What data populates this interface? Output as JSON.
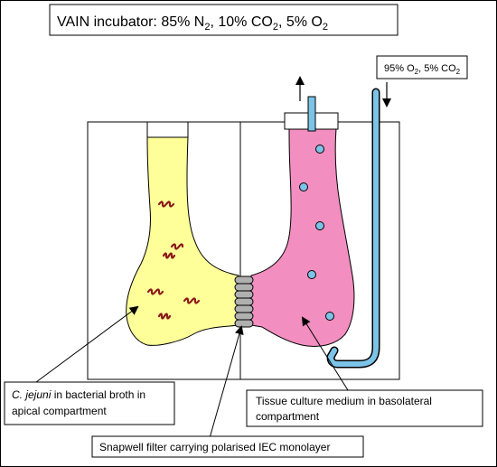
{
  "incubator": {
    "text": "VAIN incubator: 85% N",
    "n2_sub": "2",
    "mid1": ", 10% CO",
    "co2_sub": "2",
    "mid2": ", 5% O",
    "o2_sub": "2"
  },
  "gas_input": {
    "o2_text": "95% O",
    "o2_sub": "2",
    "co2_text": ", 5% CO",
    "co2_sub": "2"
  },
  "apical_label": {
    "italic": "C. jejuni",
    "line1_rest": " in bacterial broth in",
    "line2": "apical compartment"
  },
  "basolateral_label": {
    "line1": "Tissue culture medium in basolateral",
    "line2": "compartment"
  },
  "filter_label": {
    "text": "Snapwell filter carrying polarised IEC monolayer"
  },
  "colors": {
    "apical_broth": "#FFFF99",
    "basolateral_medium": "#F28EC0",
    "gas_tube": "#7CC3E8",
    "bubble": "#7CC3E8",
    "bacteria": "#8B1A1A",
    "filter": "#B0B0B0"
  },
  "icons": [
    "arrow-up-icon",
    "arrow-down-icon",
    "bacterium-icon",
    "gas-bubble-icon"
  ]
}
